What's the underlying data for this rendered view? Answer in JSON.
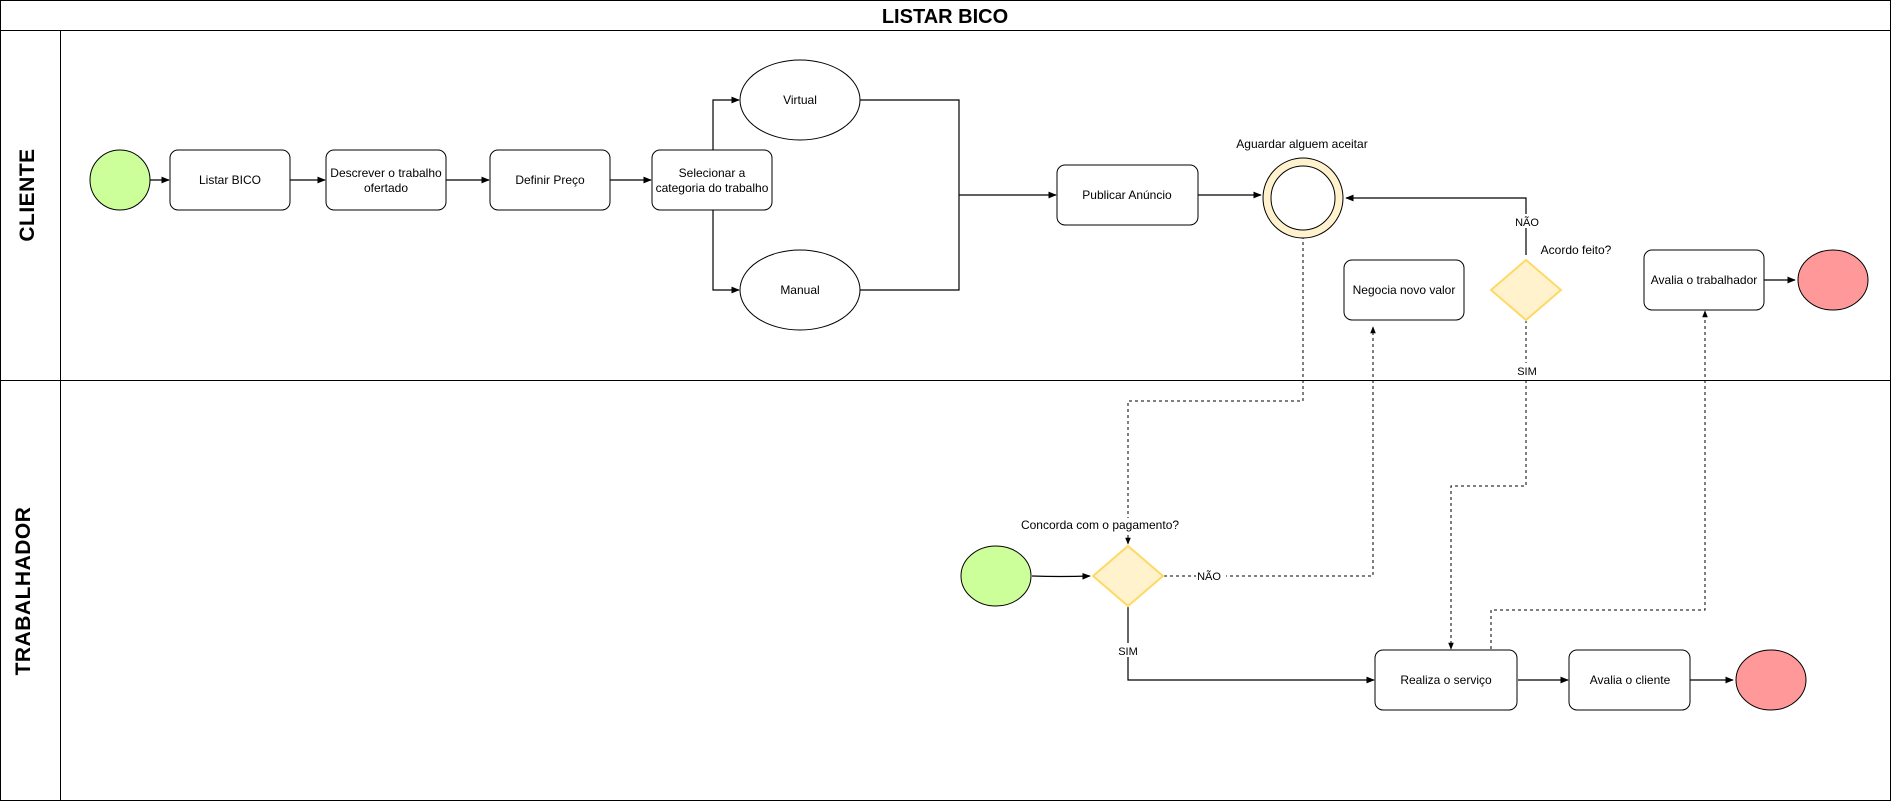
{
  "title": "LISTAR BICO",
  "lanes": {
    "cliente": "CLIENTE",
    "trabalhador": "TRABALHADOR"
  },
  "tasks": {
    "listar": "Listar BICO",
    "descrever_1": "Descrever o trabalho",
    "descrever_2": "ofertado",
    "definir": "Definir Preço",
    "selecionar_1": "Selecionar a",
    "selecionar_2": "categoria do trabalho",
    "virtual": "Virtual",
    "manual": "Manual",
    "publicar": "Publicar Anúncio",
    "negocia": "Negocia novo valor",
    "avalia_trabalhador": "Avalia o trabalhador",
    "realiza": "Realiza o serviço",
    "avalia_cliente": "Avalia o cliente"
  },
  "labels": {
    "aguardar": "Aguardar alguem aceitar",
    "acordo": "Acordo feito?",
    "concorda": "Concorda com o pagamento?"
  },
  "edge_labels": {
    "nao_acordo": "NÃO",
    "sim_acordo": "SIM",
    "nao_concorda": "NÃO",
    "sim_concorda": "SIM"
  },
  "colors": {
    "start": "#ccff99",
    "end": "#ff9999",
    "gateway_fill": "#fff2cc",
    "gateway_stroke": "#ffd966",
    "intermediate_fill": "#fff2cc"
  }
}
